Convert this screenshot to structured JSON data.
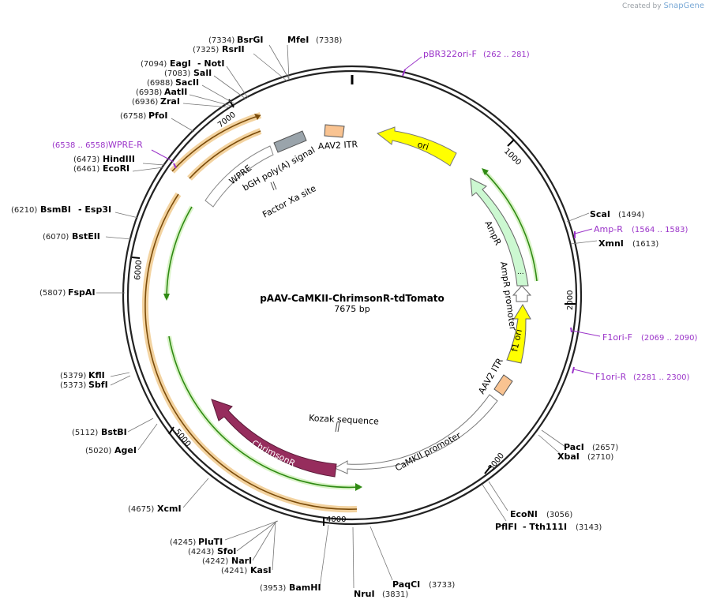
{
  "brand": {
    "created_by": "Created by",
    "name": "SnapGene"
  },
  "plasmid": {
    "name": "pAAV-CaMKII-ChrimsonR-tdTomato",
    "length": "7675 bp"
  },
  "ticks": [
    "1000",
    "2000",
    "3000",
    "4000",
    "5000",
    "6000",
    "7000"
  ],
  "sites": [
    {
      "name": "MfeI",
      "pos": "(7338)"
    },
    {
      "name": "BsrGI",
      "pos": "(7334)"
    },
    {
      "name": "RsrII",
      "pos": "(7325)"
    },
    {
      "name": "EagI",
      "pos": "(7094)"
    },
    {
      "name": "- NotI",
      "pos": ""
    },
    {
      "name": "SalI",
      "pos": "(7083)"
    },
    {
      "name": "SacII",
      "pos": "(6988)"
    },
    {
      "name": "AatII",
      "pos": "(6938)"
    },
    {
      "name": "ZraI",
      "pos": "(6936)"
    },
    {
      "name": "PfoI",
      "pos": "(6758)"
    },
    {
      "name": "HindIII",
      "pos": "(6473)"
    },
    {
      "name": "EcoRI",
      "pos": "(6461)"
    },
    {
      "name": "BsmBI",
      "pos": "(6210)"
    },
    {
      "name": "- Esp3I",
      "pos": ""
    },
    {
      "name": "BstEII",
      "pos": "(6070)"
    },
    {
      "name": "FspAI",
      "pos": "(5807)"
    },
    {
      "name": "KflI",
      "pos": "(5379)"
    },
    {
      "name": "SbfI",
      "pos": "(5373)"
    },
    {
      "name": "BstBI",
      "pos": "(5112)"
    },
    {
      "name": "AgeI",
      "pos": "(5020)"
    },
    {
      "name": "XcmI",
      "pos": "(4675)"
    },
    {
      "name": "PluTI",
      "pos": "(4245)"
    },
    {
      "name": "SfoI",
      "pos": "(4243)"
    },
    {
      "name": "NarI",
      "pos": "(4242)"
    },
    {
      "name": "KasI",
      "pos": "(4241)"
    },
    {
      "name": "BamHI",
      "pos": "(3953)"
    },
    {
      "name": "NruI",
      "pos": "(3831)"
    },
    {
      "name": "PaqCI",
      "pos": "(3733)"
    },
    {
      "name": "PflFI",
      "pos": ""
    },
    {
      "name": "- Tth111I",
      "pos": "(3143)"
    },
    {
      "name": "EcoNI",
      "pos": "(3056)"
    },
    {
      "name": "XbaI",
      "pos": "(2710)"
    },
    {
      "name": "PacI",
      "pos": "(2657)"
    },
    {
      "name": "XmnI",
      "pos": "(1613)"
    },
    {
      "name": "ScaI",
      "pos": "(1494)"
    }
  ],
  "primers": [
    {
      "name": "pBR322ori-F",
      "range": "(262 .. 281)"
    },
    {
      "name": "WPRE-R",
      "range": "(6538 .. 6558)"
    },
    {
      "name": "Amp-R",
      "range": "(1564 .. 1583)"
    },
    {
      "name": "F1ori-F",
      "range": "(2069 .. 2090)"
    },
    {
      "name": "F1ori-R",
      "range": "(2281 .. 2300)"
    }
  ],
  "features": {
    "ori": "ori",
    "aav2_itr_top": "AAV2 ITR",
    "bgh": "bGH poly(A) signal",
    "factor_xa": "Factor Xa site",
    "wpre": "WPRE",
    "ampr": "AmpR",
    "ampr_promoter": "AmpR promoter",
    "f1_ori": "f1 ori",
    "aav2_itr_right": "AAV2 ITR",
    "kozak": "Kozak sequence",
    "camkii": "CaMKII promoter",
    "chrimsonr": "ChrimsonR"
  },
  "colors": {
    "ori": "#ffff00",
    "itr": "#f9c391",
    "ampr": "#ccf8d1",
    "chrimsonr": "#962d5d",
    "bgh": "#9aa4ab",
    "orf_highlight": "#f3d3a0",
    "orf_line": "#2f8a13",
    "primer": "#9b34c9"
  }
}
